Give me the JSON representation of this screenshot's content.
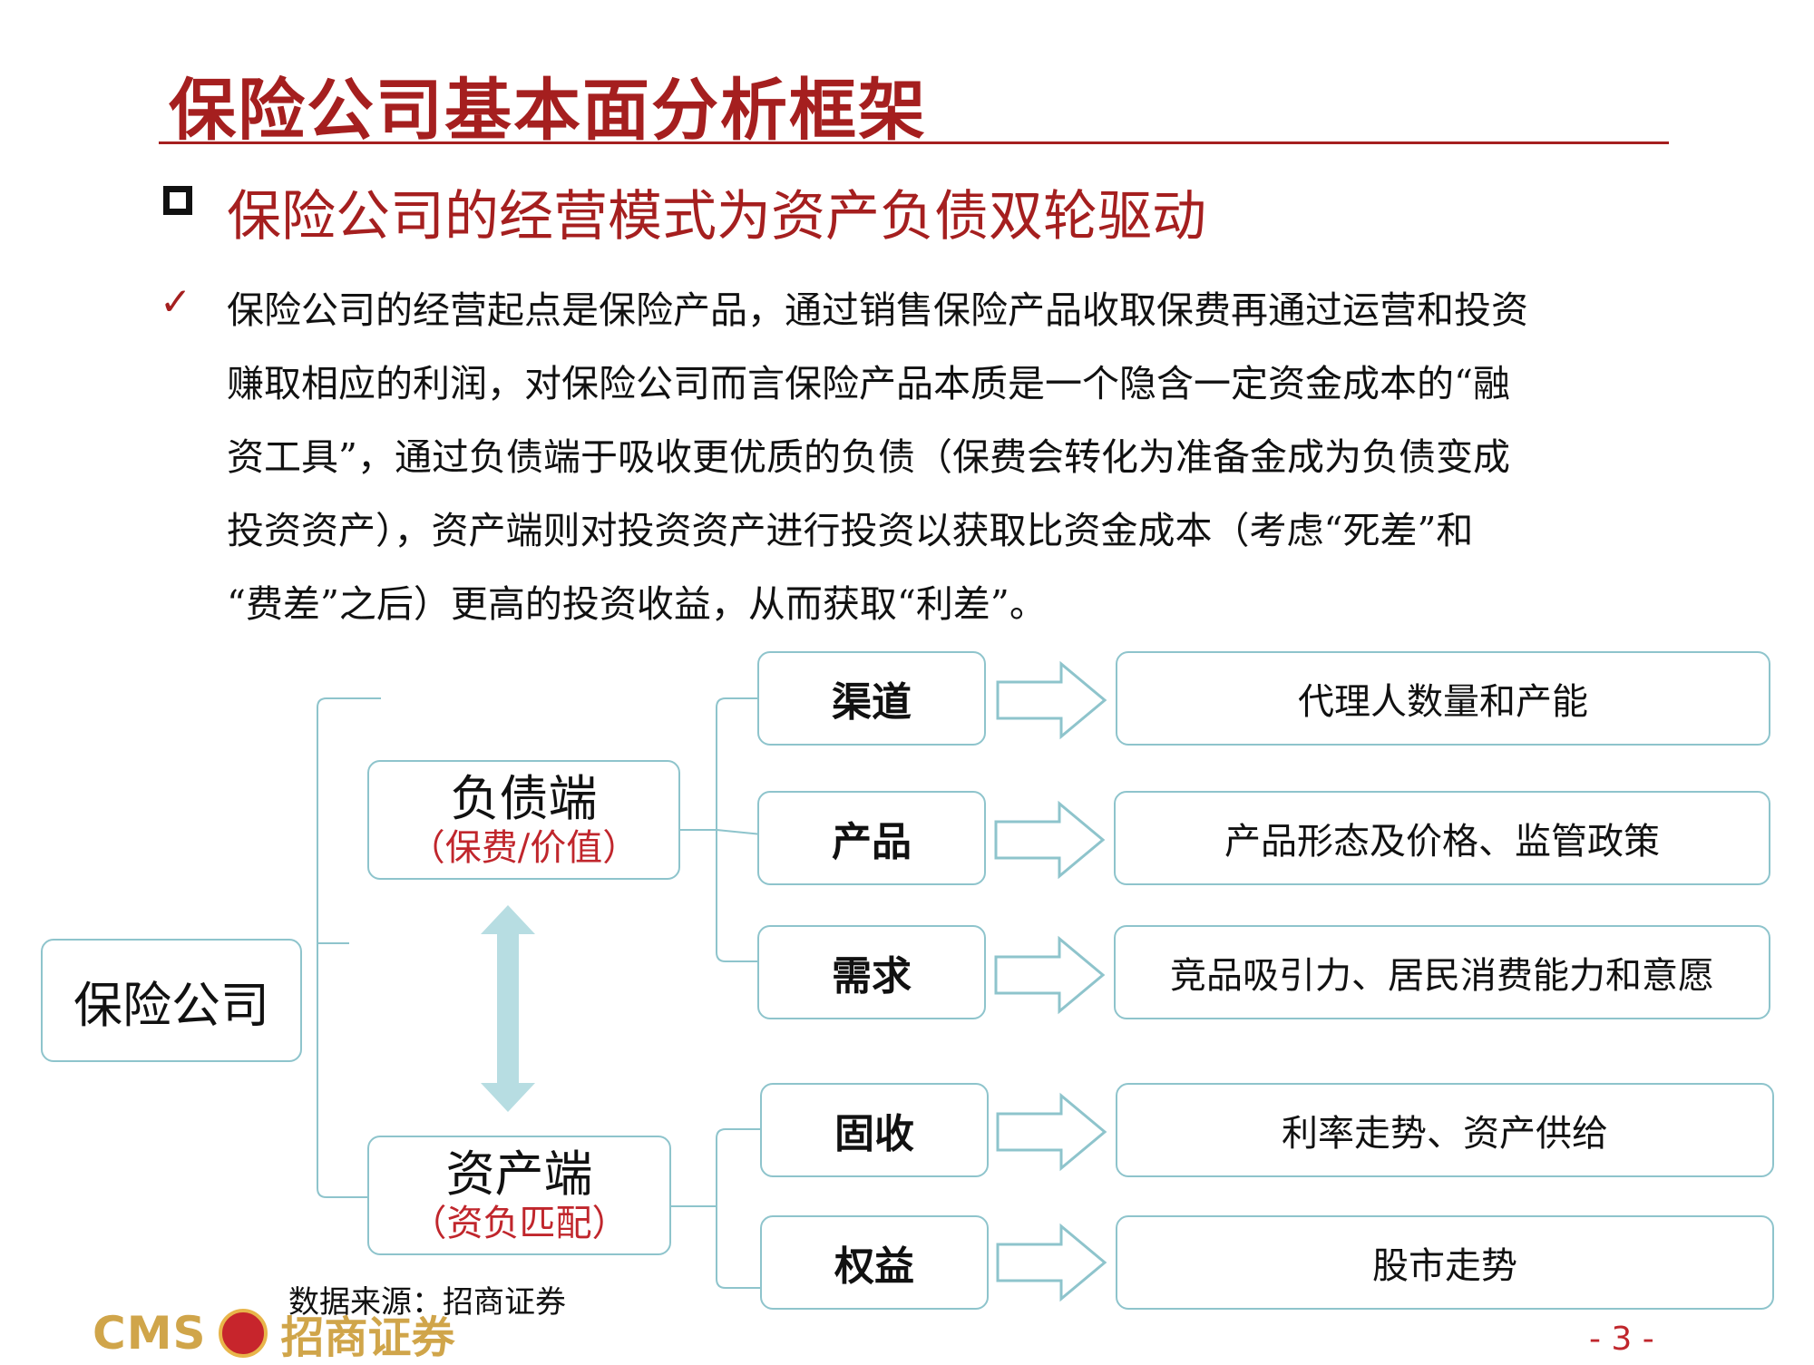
{
  "title": "保险公司基本面分析框架",
  "subtitle": "保险公司的经营模式为资产负债双轮驱动",
  "check_icon": "✓",
  "paragraph_lines": [
    "保险公司的经营起点是保险产品，通过销售保险产品收取保费再通过运营和投资",
    "赚取相应的利润，对保险公司而言保险产品本质是一个隐含一定资金成本的“融",
    "资工具”，通过负债端于吸收更优质的负债（保费会转化为准备金成为负债变成",
    "投资资产），资产端则对投资资产进行投资以获取比资金成本（考虑“死差”和",
    "“费差”之后）更高的投资收益，从而获取“利差”。"
  ],
  "diagram": {
    "root": "保险公司",
    "liability": {
      "label": "负债端",
      "sub": "（保费/价值）"
    },
    "asset": {
      "label": "资产端",
      "sub": "（资负匹配）"
    },
    "liability_items": [
      {
        "name": "渠道",
        "desc": "代理人数量和产能"
      },
      {
        "name": "产品",
        "desc": "产品形态及价格、监管政策"
      },
      {
        "name": "需求",
        "desc": "竞品吸引力、居民消费能力和意愿"
      }
    ],
    "asset_items": [
      {
        "name": "固收",
        "desc": "利率走势、资产供给"
      },
      {
        "name": "权益",
        "desc": "股市走势"
      }
    ]
  },
  "source": "数据来源：招商证券",
  "logo": {
    "cms": "CMS",
    "cn": "招商证券"
  },
  "page_number": "- 3 -",
  "colors": {
    "accent": "#a51f1f",
    "box_border": "#8ec4cc",
    "arrow_fill": "#b7dde2"
  }
}
